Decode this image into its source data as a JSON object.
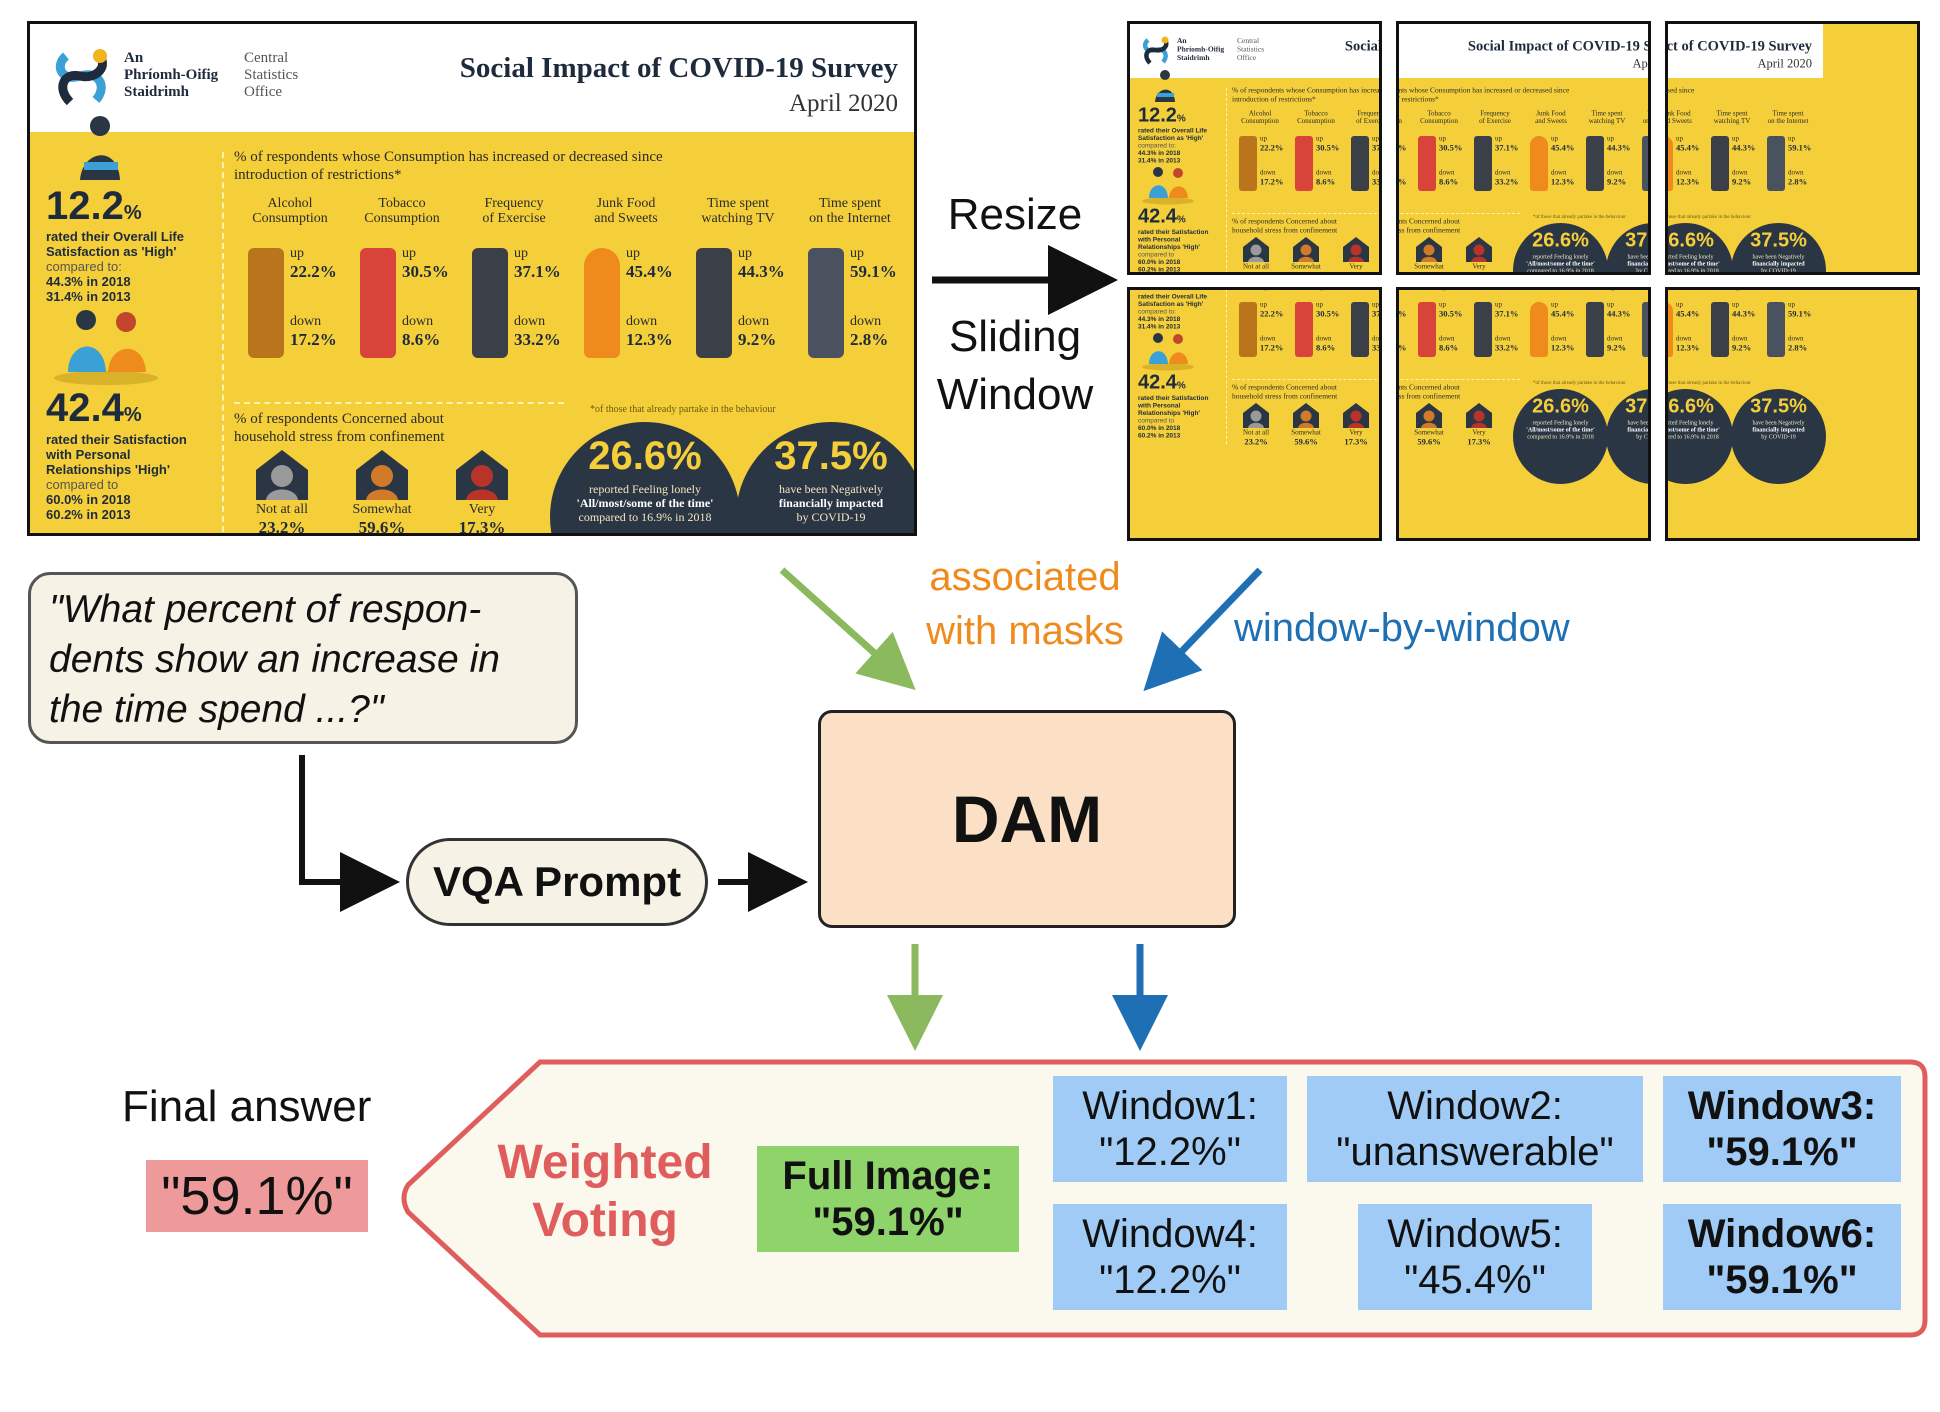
{
  "infographic": {
    "logo_irish": [
      "An",
      "Phríomh-Oifig",
      "Staidrimh"
    ],
    "logo_english": [
      "Central",
      "Statistics",
      "Office"
    ],
    "title": "Social Impact of COVID-19 Survey",
    "subtitle": "April 2020",
    "life_satisfaction": {
      "value": "12.2",
      "unit": "%",
      "line1": "rated their Overall Life",
      "line2": "Satisfaction as 'High'",
      "compared": "compared to:",
      "y2018": "44.3% in 2018",
      "y2013": "31.4% in 2013"
    },
    "relationships": {
      "value": "42.4",
      "unit": "%",
      "line1": "rated their Satisfaction",
      "line2": "with Personal",
      "line3": "Relationships 'High'",
      "compared": "compared to",
      "y2018": "60.0% in 2018",
      "y2013": "60.2% in 2013"
    },
    "consumption_heading_1": "% of respondents whose Consumption has increased or decreased since",
    "consumption_heading_2": "introduction of restrictions*",
    "categories": [
      {
        "label1": "Alcohol",
        "label2": "Consumption",
        "up": "22.2%",
        "down": "17.2%"
      },
      {
        "label1": "Tobacco",
        "label2": "Consumption",
        "up": "30.5%",
        "down": "8.6%"
      },
      {
        "label1": "Frequency",
        "label2": "of Exercise",
        "up": "37.1%",
        "down": "33.2%"
      },
      {
        "label1": "Junk Food",
        "label2": "and Sweets",
        "up": "45.4%",
        "down": "12.3%"
      },
      {
        "label1": "Time spent",
        "label2": "watching TV",
        "up": "44.3%",
        "down": "9.2%"
      },
      {
        "label1": "Time spent",
        "label2": "on the Internet",
        "up": "59.1%",
        "down": "2.8%"
      }
    ],
    "up_word": "up",
    "down_word": "down",
    "footnote": "*of those that already partake in the behaviour",
    "stress_heading_1": "% of respondents Concerned about",
    "stress_heading_2": "household stress from confinement",
    "stress": [
      {
        "label": "Not at all",
        "value": "23.2%"
      },
      {
        "label": "Somewhat",
        "value": "59.6%"
      },
      {
        "label": "Very",
        "value": "17.3%"
      }
    ],
    "lonely": {
      "value": "26.6%",
      "l1": "reported Feeling lonely",
      "l2": "'All/most/some of the time'",
      "l3": "compared to 16.9% in 2018"
    },
    "financial": {
      "value": "37.5%",
      "l1": "have been Negatively",
      "l2": "financially impacted",
      "l3": "by COVID-19"
    }
  },
  "flow": {
    "resize": "Resize",
    "sliding1": "Sliding",
    "sliding2": "Window",
    "associated1": "associated",
    "associated2": "with masks",
    "window_by_window": "window-by-window",
    "question_l1": "\"What percent of respon-",
    "question_l2": "dents show an increase in",
    "question_l3": "the time spend ...?\"",
    "vqa_prompt": "VQA Prompt",
    "dam": "DAM",
    "final_answer_label": "Final answer",
    "final_answer": "\"59.1%\"",
    "weighted1": "Weighted",
    "weighted2": "Voting",
    "full_image_label": "Full Image:",
    "full_image_answer": "\"59.1%\"",
    "windows": [
      {
        "label": "Window1:",
        "answer": "\"12.2%\""
      },
      {
        "label": "Window2:",
        "answer": "\"unanswerable\""
      },
      {
        "label": "Window3:",
        "answer": "\"59.1%\""
      },
      {
        "label": "Window4:",
        "answer": "\"12.2%\""
      },
      {
        "label": "Window5:",
        "answer": "\"45.4%\""
      },
      {
        "label": "Window6:",
        "answer": "\"59.1%\""
      }
    ]
  },
  "colors": {
    "green_arrow": "#8ab95e",
    "blue_arrow": "#1f6fb5",
    "orange_text": "#ef8a1c",
    "blue_text": "#1f6fb5",
    "dam_fill": "#fbe0c6",
    "vote_border": "#e05d5d",
    "vote_fill": "#fbf8ee",
    "window_fill": "#9fcbf6",
    "full_image_fill": "#8fd46b",
    "final_answer_fill": "#ef9a9a",
    "infographic_yellow": "#f5cf3a"
  }
}
